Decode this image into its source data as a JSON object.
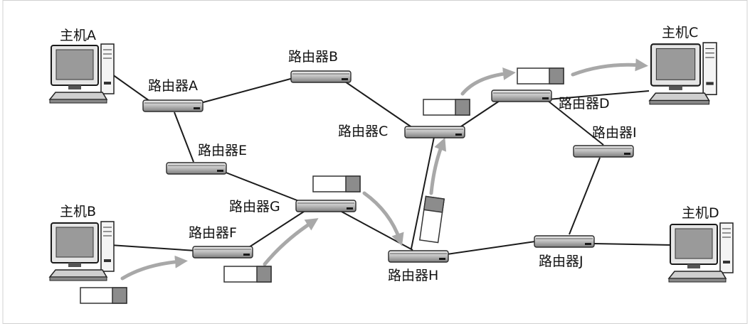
{
  "diagram": {
    "hosts": {
      "a": "主机A",
      "b": "主机B",
      "c": "主机C",
      "d": "主机D"
    },
    "routers": {
      "a": "路由器A",
      "b": "路由器B",
      "c": "路由器C",
      "d": "路由器D",
      "e": "路由器E",
      "f": "路由器F",
      "g": "路由器G",
      "h": "路由器H",
      "i": "路由器I",
      "j": "路由器J"
    }
  },
  "colors": {
    "arrow": "#a8a8a8",
    "packet_header": "#8c8c8c",
    "link": "#1c1c1c"
  }
}
